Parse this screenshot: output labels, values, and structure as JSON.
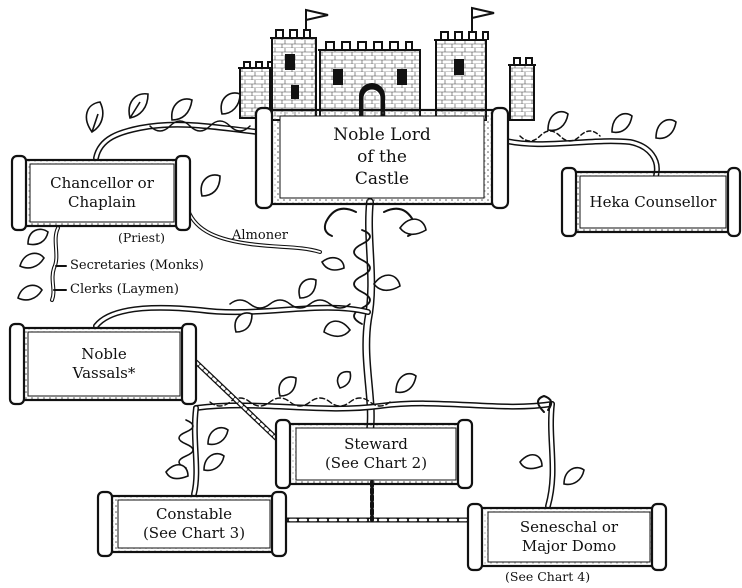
{
  "diagram": {
    "nodes": {
      "lord": {
        "line1": "Noble Lord",
        "line2": "of the",
        "line3": "Castle"
      },
      "chancellor": {
        "line1": "Chancellor or",
        "line2": "Chaplain"
      },
      "heka": {
        "line1": "Heka Counsellor"
      },
      "vassals": {
        "line1": "Noble",
        "line2": "Vassals*"
      },
      "steward": {
        "line1": "Steward",
        "line2": "(See Chart 2)"
      },
      "constable": {
        "line1": "Constable",
        "line2": "(See Chart 3)"
      },
      "seneschal": {
        "line1": "Seneschal or",
        "line2": "Major Domo"
      }
    },
    "labels": {
      "priest": "(Priest)",
      "almoner": "Almoner",
      "secretaries": "Secretaries (Monks)",
      "clerks": "Clerks (Laymen)",
      "chart4": "(See Chart 4)"
    }
  }
}
